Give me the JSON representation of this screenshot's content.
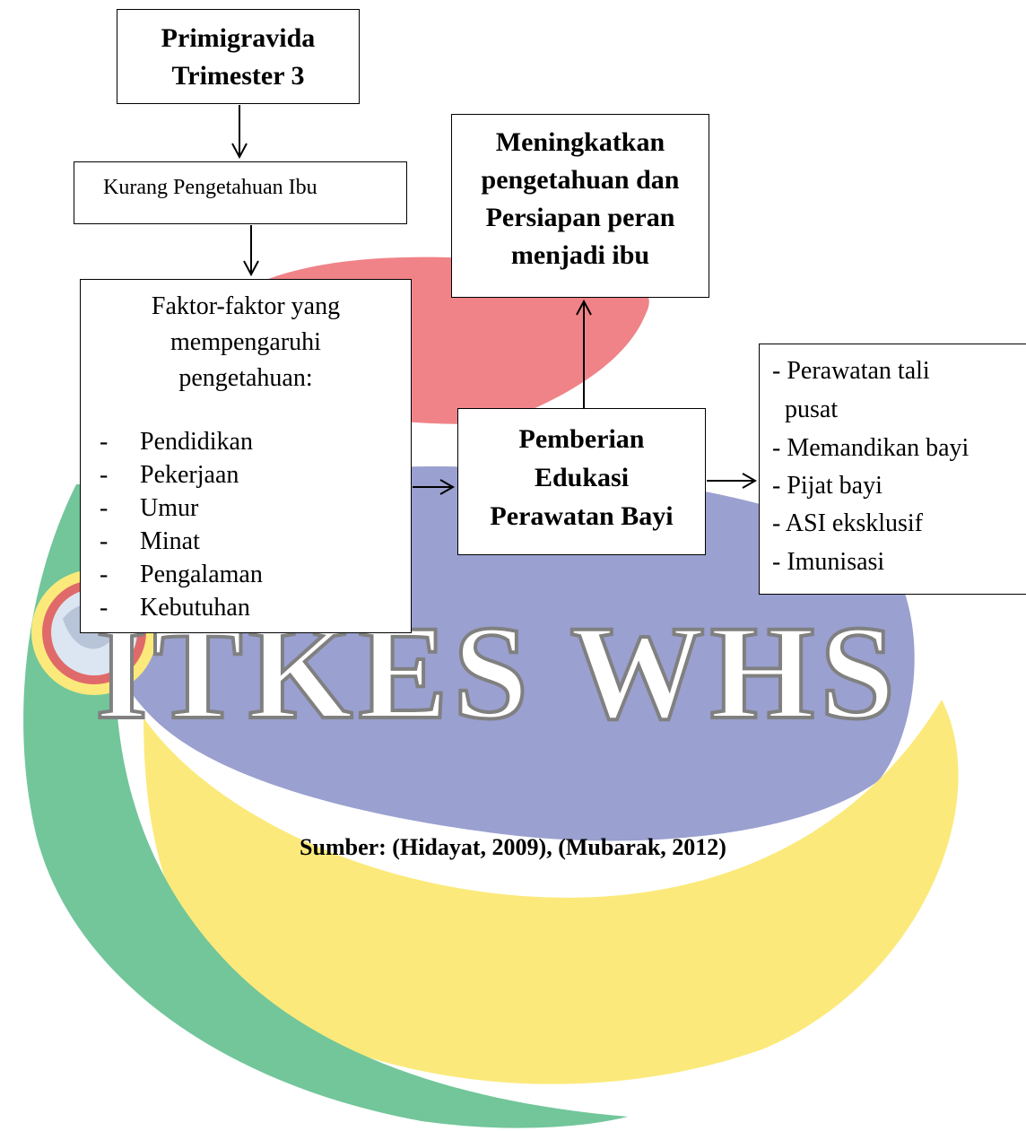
{
  "watermark": {
    "text": "ITKES WHS",
    "colors": {
      "red": "#f08388",
      "blue": "#9aa0cf",
      "yellow": "#fbea7b",
      "green": "#72c69a",
      "gray": "#808080"
    }
  },
  "boxes": {
    "primigravida": [
      "Primigravida",
      "Trimester 3"
    ],
    "kurang": "Kurang Pengetahuan Ibu",
    "faktor": {
      "title": [
        "Faktor-faktor yang",
        "mempengaruhi",
        "pengetahuan:"
      ],
      "items": [
        "Pendidikan",
        "Pekerjaan",
        "Umur",
        "Minat",
        "Pengalaman",
        "Kebutuhan"
      ],
      "bullet": "-"
    },
    "meningkatkan": [
      "Meningkatkan",
      "pengetahuan dan",
      "Persiapan peran",
      "menjadi ibu"
    ],
    "pemberian": [
      "Pemberian",
      "Edukasi",
      "Perawatan Bayi"
    ],
    "perawatan": [
      "- Perawatan  tali",
      "  pusat",
      "- Memandikan bayi",
      "- Pijat bayi",
      "- ASI eksklusif",
      "- Imunisasi"
    ]
  },
  "source": "Sumber: (Hidayat, 2009), (Mubarak, 2012)"
}
